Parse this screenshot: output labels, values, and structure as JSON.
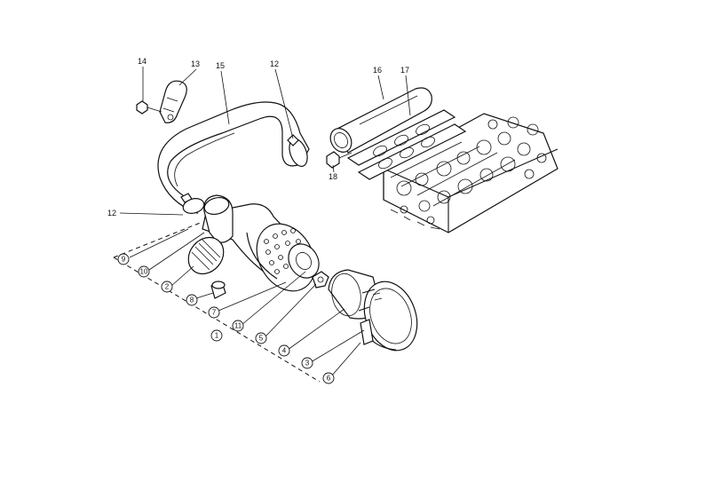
{
  "labels": {
    "l14": "14",
    "l13": "13",
    "l15": "15",
    "l12a": "12",
    "l16": "16",
    "l17": "17",
    "l18": "18",
    "l12b": "12",
    "c9": "9",
    "c10": "10",
    "c2": "2",
    "c8": "8",
    "c7": "7",
    "c1": "1",
    "c11": "11",
    "c5": "5",
    "c4": "4",
    "c3": "3",
    "c6": "6"
  }
}
